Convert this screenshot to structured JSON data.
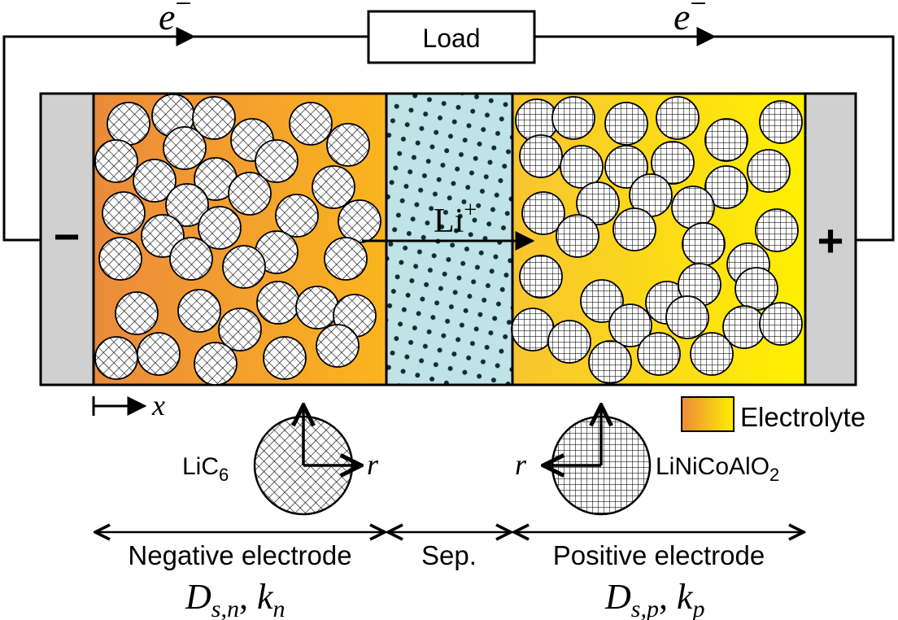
{
  "circuit": {
    "load_label": "Load",
    "electron_left": "e",
    "electron_right": "e",
    "electron_superscript": "−"
  },
  "cell": {
    "negative_terminal": "−",
    "positive_terminal": "+",
    "ion_label": "Li",
    "ion_superscript": "+"
  },
  "legend": {
    "electrolyte_label": "Electrolyte",
    "gradient_left_color": "#ee8a3a",
    "gradient_right_color": "#ffee00"
  },
  "coordinate": {
    "x_label": "x"
  },
  "particles": {
    "negative_material": "LiC",
    "negative_subscript": "6",
    "positive_material": "LiNiCoAlO",
    "positive_subscript": "2",
    "radial_label": "r"
  },
  "regions": {
    "negative": "Negative electrode",
    "separator": "Sep.",
    "positive": "Positive electrode"
  },
  "parameters": {
    "negative": {
      "D": "D",
      "D_sub": "s,n",
      "k": "k",
      "k_sub": "n"
    },
    "positive": {
      "D": "D",
      "D_sub": "s,p",
      "k": "k",
      "k_sub": "p"
    }
  },
  "colors": {
    "current_collector": "#d0d0d0",
    "separator": "#bfe3e6",
    "outline": "#000000"
  }
}
